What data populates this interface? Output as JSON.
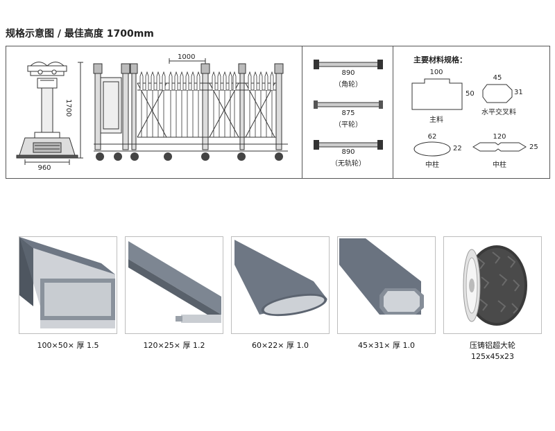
{
  "header": {
    "title": "规格示意图 / 最佳高度 1700mm"
  },
  "diagram": {
    "front_width": "960",
    "height": "1700",
    "gate_spacing": "1000",
    "wheels": [
      {
        "width": "890",
        "label": "（角轮）"
      },
      {
        "width": "875",
        "label": "（平轮）"
      },
      {
        "width": "890",
        "label": "（无轨轮）"
      }
    ],
    "materials": {
      "heading": "主要材料规格：",
      "main": {
        "w": "100",
        "h": "50",
        "label": "主料"
      },
      "cross": {
        "w": "45",
        "h": "31",
        "label": "水平交叉料"
      },
      "pillar_oval": {
        "w": "62",
        "h": "22",
        "label": "中柱"
      },
      "pillar_flat": {
        "w": "120",
        "h": "25",
        "label": "中柱"
      }
    }
  },
  "products": [
    {
      "caption": "100×50× 厚 1.5",
      "caption2": ""
    },
    {
      "caption": "120×25× 厚 1.2",
      "caption2": ""
    },
    {
      "caption": "60×22× 厚 1.0",
      "caption2": ""
    },
    {
      "caption": "45×31× 厚 1.0",
      "caption2": ""
    },
    {
      "caption": "压铸铝超大轮",
      "caption2": "125x45x23"
    }
  ]
}
